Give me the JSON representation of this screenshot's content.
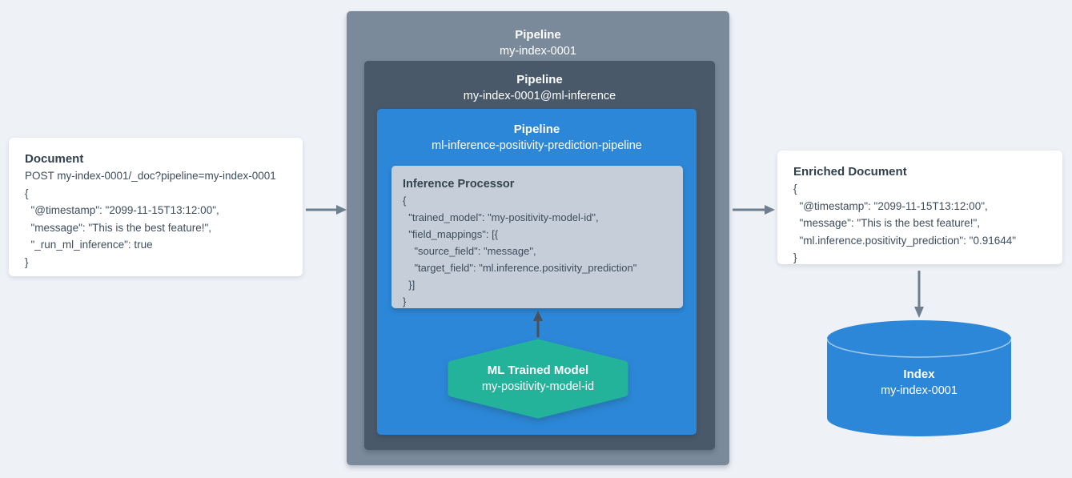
{
  "document_card": {
    "title": "Document",
    "code_lines": [
      "POST my-index-0001/_doc?pipeline=my-index-0001",
      "{",
      "  \"@timestamp\": \"2099-11-15T13:12:00\",",
      "  \"message\": \"This is the best feature!\",",
      "  \"_run_ml_inference\": true",
      "}"
    ]
  },
  "outer_pipeline": {
    "title": "Pipeline",
    "name": "my-index-0001"
  },
  "inference_pipeline": {
    "title": "Pipeline",
    "name": "my-index-0001@ml-inference"
  },
  "prediction_pipeline": {
    "title": "Pipeline",
    "name": "ml-inference-positivity-prediction-pipeline"
  },
  "inference_processor": {
    "title": "Inference Processor",
    "code_lines": [
      "{",
      "  \"trained_model\": \"my-positivity-model-id\",",
      "  \"field_mappings\": [{",
      "    \"source_field\": \"message\",",
      "    \"target_field\": \"ml.inference.positivity_prediction\"",
      "  }]",
      "}"
    ]
  },
  "trained_model": {
    "title": "ML Trained Model",
    "name": "my-positivity-model-id"
  },
  "enriched_card": {
    "title": "Enriched Document",
    "code_lines": [
      "{",
      "  \"@timestamp\": \"2099-11-15T13:12:00\",",
      "  \"message\": \"This is the best feature!\",",
      "  \"ml.inference.positivity_prediction\": \"0.91644\"",
      "}"
    ]
  },
  "index_store": {
    "title": "Index",
    "name": "my-index-0001"
  },
  "colors": {
    "background": "#eef1f6",
    "outer_pipeline_box": "#7a8a9b",
    "inference_pipeline_box": "#49596a",
    "prediction_pipeline_box": "#2c87d8",
    "processor_box": "#c6cfd9",
    "trained_model_hexagon": "#23b39a",
    "index_cylinder": "#2c87d8",
    "card_background": "#ffffff",
    "dark_text": "#3e4d5e",
    "flow_arrow": "#6e8090",
    "model_arrow": "#4a5158"
  }
}
